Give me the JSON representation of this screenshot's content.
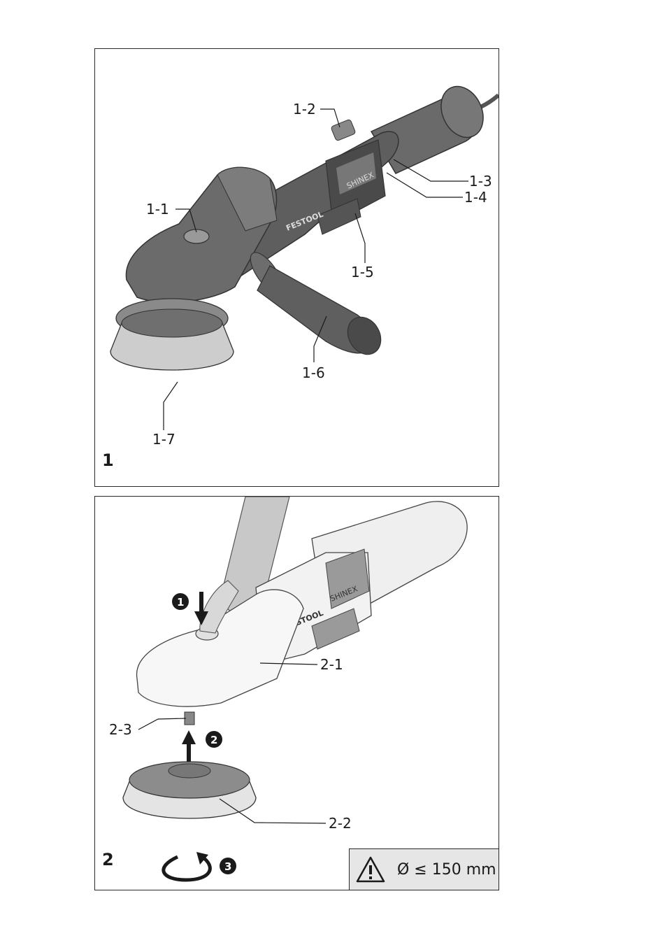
{
  "figure1": {
    "number": "1",
    "callouts": {
      "c1_1": "1-1",
      "c1_2": "1-2",
      "c1_3": "1-3",
      "c1_4": "1-4",
      "c1_5": "1-5",
      "c1_6": "1-6",
      "c1_7": "1-7"
    },
    "branding": {
      "logo": "FESTOOL",
      "model": "SHINEX"
    }
  },
  "figure2": {
    "number": "2",
    "callouts": {
      "c2_1": "2-1",
      "c2_2": "2-2",
      "c2_3": "2-3"
    },
    "steps": {
      "s1": "1",
      "s2": "2",
      "s3": "3"
    },
    "branding": {
      "logo": "FESTOOL",
      "model": "SHINEX"
    },
    "warning": {
      "icon": "warning-triangle-icon",
      "text": "Ø ≤ 150 mm"
    }
  },
  "colors": {
    "tool_dark": "#5b5b5b",
    "tool_mid": "#8a8a8a",
    "tool_light": "#c9c9c9",
    "warning_bg": "#e6e6e6"
  }
}
